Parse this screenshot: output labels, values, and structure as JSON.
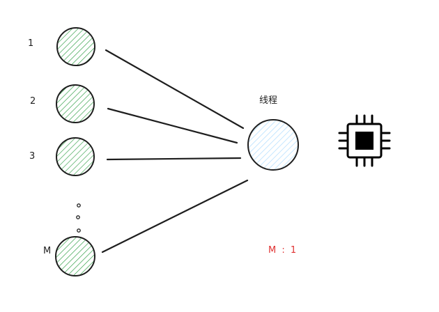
{
  "diagram": {
    "coroutines": [
      {
        "label": "1"
      },
      {
        "label": "2"
      },
      {
        "label": "3"
      },
      {
        "label": "M"
      }
    ],
    "ellipsis": "...",
    "thread": {
      "label": "线程"
    },
    "ratio": "M : 1",
    "chip": {
      "icon": "cpu-chip-icon"
    },
    "colors": {
      "stroke": "#1e1e1e",
      "coroutine_hatch": "#2f9e44",
      "thread_hatch": "#a5d8ff",
      "ratio_text": "#e03131"
    }
  }
}
